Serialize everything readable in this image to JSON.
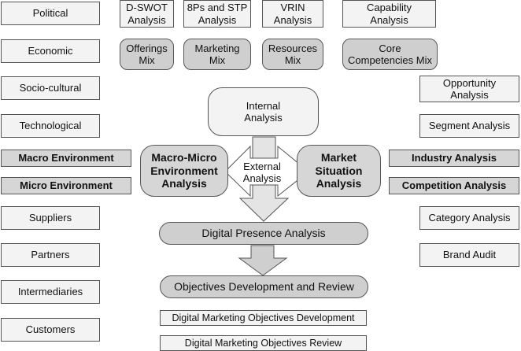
{
  "left_column": [
    {
      "id": "political",
      "label": "Political"
    },
    {
      "id": "economic",
      "label": "Economic"
    },
    {
      "id": "socio-cultural",
      "label": "Socio-cultural"
    },
    {
      "id": "technological",
      "label": "Technological"
    },
    {
      "id": "macro-environment",
      "label": "Macro Environment"
    },
    {
      "id": "micro-environment",
      "label": "Micro Environment"
    },
    {
      "id": "suppliers",
      "label": "Suppliers"
    },
    {
      "id": "partners",
      "label": "Partners"
    },
    {
      "id": "intermediaries",
      "label": "Intermediaries"
    },
    {
      "id": "customers",
      "label": "Customers"
    }
  ],
  "top_row": [
    {
      "id": "d-swot",
      "label": "D-SWOT\nAnalysis"
    },
    {
      "id": "8ps-stp",
      "label": "8Ps and STP\nAnalysis"
    },
    {
      "id": "vrin",
      "label": "VRIN\nAnalysis"
    },
    {
      "id": "capability",
      "label": "Capability\nAnalysis"
    }
  ],
  "second_row": [
    {
      "id": "offerings-mix",
      "label": "Offerings\nMix"
    },
    {
      "id": "marketing-mix",
      "label": "Marketing\nMix"
    },
    {
      "id": "resources-mix",
      "label": "Resources\nMix"
    },
    {
      "id": "core-competencies-mix",
      "label": "Core\nCompetencies Mix"
    }
  ],
  "right_column": [
    {
      "id": "opportunity-analysis",
      "label": "Opportunity\nAnalysis"
    },
    {
      "id": "segment-analysis",
      "label": "Segment Analysis"
    },
    {
      "id": "industry-analysis",
      "label": "Industry Analysis"
    },
    {
      "id": "competition-analysis",
      "label": "Competition Analysis"
    },
    {
      "id": "category-analysis",
      "label": "Category Analysis"
    },
    {
      "id": "brand-audit",
      "label": "Brand Audit"
    }
  ],
  "center": {
    "internal_analysis": "Internal\nAnalysis",
    "macro_micro": "Macro-Micro\nEnvironment\nAnalysis",
    "external_analysis": "External\nAnalysis",
    "market_situation": "Market\nSituation\nAnalysis",
    "digital_presence": "Digital Presence Analysis",
    "objectives_development": "Objectives Development and Review",
    "dmo_development": "Digital Marketing Objectives Development",
    "dmo_review": "Digital Marketing Objectives Review"
  }
}
